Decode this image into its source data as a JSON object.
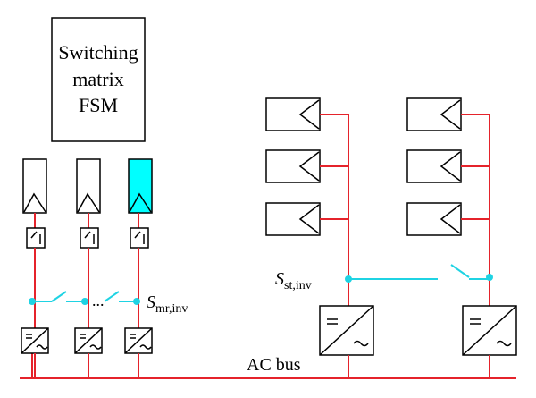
{
  "fsm_box": {
    "line1": "Switching",
    "line2": "matrix",
    "line3": "FSM"
  },
  "bus_label": "AC bus",
  "switch_mr": {
    "main": "S",
    "sub": "mr,inv"
  },
  "switch_st": {
    "main": "S",
    "sub": "st,inv"
  },
  "ellipsis": "...",
  "colors": {
    "dc_line": "#e5232b",
    "switch_line": "#1fd3e3",
    "active_module": "#00ffff"
  }
}
